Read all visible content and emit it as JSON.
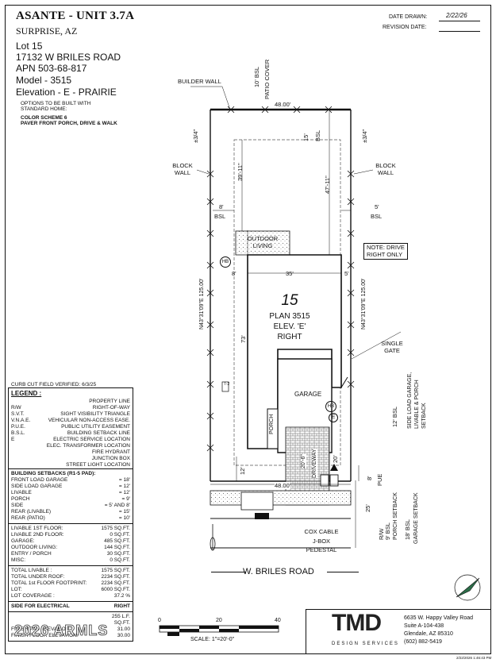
{
  "header": {
    "title": "ASANTE - UNIT 3.7A",
    "city": "SURPRISE, AZ",
    "lot": "Lot  15",
    "address": "17132 W BRILES ROAD",
    "apn": "APN 503-68-817",
    "model": "Model - 3515",
    "elevation": "Elevation - E - PRAIRIE",
    "options_note_1": "OPTIONS TO BE BUILT WITH",
    "options_note_2": "STANDARD HOME:",
    "color_scheme": "COLOR SCHEME 6",
    "paver_note": "PAVER FRONT PORCH, DRIVE & WALK",
    "date_drawn_label": "DATE DRAWN:",
    "date_drawn_value": "2/22/26",
    "revision_label": "REVISION DATE:"
  },
  "plan": {
    "lot_number": "15",
    "plan_name": "PLAN 3515",
    "elev": "ELEV. 'E'",
    "orientation": "RIGHT",
    "builder_wall": "BUILDER WALL",
    "block_wall_left": "BLOCK WALL",
    "block_wall_right": "BLOCK WALL",
    "rear_bsl": "10' BSL",
    "patio_cover": "PATIO COVER",
    "width_top": "48.00'",
    "width_bottom": "48.00'",
    "pm_left": "±3/4\"",
    "pm_right": "±3/4\"",
    "rear_15": "15'",
    "rear_15_bsl": "BSL",
    "depth_left": "39'-11\"",
    "depth_right": "47'-11\"",
    "side_8": "8'",
    "side_5": "5'",
    "bsl_left": "BSL",
    "bsl_right": "BSL",
    "outdoor_living": "OUTDOOR LIVING",
    "note_drive_1": "NOTE: DRIVE",
    "note_drive_2": "RIGHT ONLY",
    "hb": "HB",
    "house_width": "35'",
    "house_left_8": "8'",
    "house_right_5": "5'",
    "bearing_left": "N43°31'09\"E 125.00'",
    "bearing_right": "N43°31'09\"E 125.00'",
    "house_depth": "73'",
    "single_gate": "SINGLE GATE",
    "garage": "GARAGE",
    "garage_e": "E",
    "porch": "PORCH",
    "driveway": "DRIVEWAY",
    "drive_width": "20'-6\"",
    "front_20": "20'",
    "front_12": "12'",
    "front_8": "8'",
    "pue": "PUE",
    "side_load_1": "12' BSL",
    "side_load_2": "SIDE LOAD GARAGE, LIVABLE & PORCH SETBACK",
    "rw": "R/W",
    "porch_bsl": "9' BSL",
    "porch_setback": "PORCH SETBACK",
    "garage_bsl": "18' BSL",
    "garage_setback": "GARAGE SETBACK",
    "front_25": "25'",
    "cox_cable": "COX CABLE",
    "jbox": "J-BOX",
    "pedestal": "PEDESTAL",
    "street": "W. BRILES ROAD",
    "curb_cut": "CURB CUT FIELD VERIFIED: 6/3/25",
    "transformer_mark": "T-2"
  },
  "legend": {
    "title": "LEGEND :",
    "items": [
      {
        "abbr": "",
        "desc": "PROPERTY LINE"
      },
      {
        "abbr": "R/W",
        "desc": "RIGHT-OF-WAY"
      },
      {
        "abbr": "S.V.T.",
        "desc": "SIGHT VISIBILITY TRIANGLE"
      },
      {
        "abbr": "V.N.A.E.",
        "desc": "VEHICULAR NON-ACCESS EASE."
      },
      {
        "abbr": "P.U.E.",
        "desc": "PUBLIC UTILITY EASEMENT"
      },
      {
        "abbr": "B.S.L.",
        "desc": "BUILDING SETBACK LINE"
      },
      {
        "abbr": "E",
        "desc": "ELECTRIC SERVICE LOCATION"
      },
      {
        "abbr": "",
        "desc": "ELEC. TRANSFORMER LOCATION"
      },
      {
        "abbr": "",
        "desc": "FIRE HYDRANT"
      },
      {
        "abbr": "",
        "desc": "JUNCTION BOX"
      },
      {
        "abbr": "",
        "desc": "STREET LIGHT LOCATION"
      }
    ],
    "setbacks_title": "BUILDING SETBACKS (R1-5 PAD):",
    "setbacks": [
      {
        "k": "FRONT LOAD GARAGE",
        "v": "= 18'"
      },
      {
        "k": "SIDE LOAD GARAGE",
        "v": "= 12'"
      },
      {
        "k": "LIVABLE",
        "v": "= 12'"
      },
      {
        "k": "PORCH",
        "v": "= 9'"
      },
      {
        "k": "SIDE",
        "v": "= 5' AND 8'"
      },
      {
        "k": "REAR (LIVABLE)",
        "v": "= 15'"
      },
      {
        "k": "REAR (PATIO)",
        "v": "= 10'"
      }
    ],
    "areas": [
      {
        "k": "LIVABLE 1ST FLOOR:",
        "v": "1575",
        "u": "SQ.FT."
      },
      {
        "k": "LIVABLE 2ND FLOOR:",
        "v": "0",
        "u": "SQ.FT."
      },
      {
        "k": "GARAGE:",
        "v": "485",
        "u": "SQ.FT."
      },
      {
        "k": "OUTDOOR LIVING:",
        "v": "144",
        "u": "SQ.FT."
      },
      {
        "k": "ENTRY / PORCH",
        "v": "30",
        "u": "SQ.FT."
      },
      {
        "k": "MISC:",
        "v": "0",
        "u": "SQ.FT."
      }
    ],
    "totals": [
      {
        "k": "TOTAL LIVABLE :",
        "v": "1575",
        "u": "SQ.FT."
      },
      {
        "k": "TOTAL UNDER ROOF:",
        "v": "2234",
        "u": "SQ.FT."
      },
      {
        "k": "TOTAL 1st FLOOR FOOTPRINT:",
        "v": "2234",
        "u": "SQ.FT."
      },
      {
        "k": "LOT:",
        "v": "6000",
        "u": "SQ.FT."
      },
      {
        "k": "LOT COVERAGE :",
        "v": "37.2",
        "u": "%"
      }
    ],
    "side_electrical_k": "SIDE FOR ELECTRICAL",
    "side_electrical_v": "RIGHT",
    "extra_rows": [
      {
        "k": "",
        "v": "255",
        "u": "L.F."
      },
      {
        "k": "",
        "v": "",
        "u": "SQ.FT."
      },
      {
        "k": "FINISH PAD ELEVATION:",
        "v": "31.00",
        "u": ""
      },
      {
        "k": "FINISH FLOOR ELEVATION:",
        "v": "30.00",
        "u": ""
      }
    ]
  },
  "scale": {
    "t0": "0",
    "t20": "20",
    "t40": "40",
    "label": "SCALE:  1\"=20'-0\""
  },
  "footer": {
    "watermark": "2026 ARMLS",
    "logo": "TMD",
    "logo_sub": "DESIGN SERVICES",
    "address_1": "6635 W. Happy Valley Road",
    "address_2": "Suite A-104-438",
    "address_3": "Glendale, AZ 85310",
    "phone": "(602) 882-5419",
    "timestamp": "2/22/2026 1:46:43 PM"
  }
}
